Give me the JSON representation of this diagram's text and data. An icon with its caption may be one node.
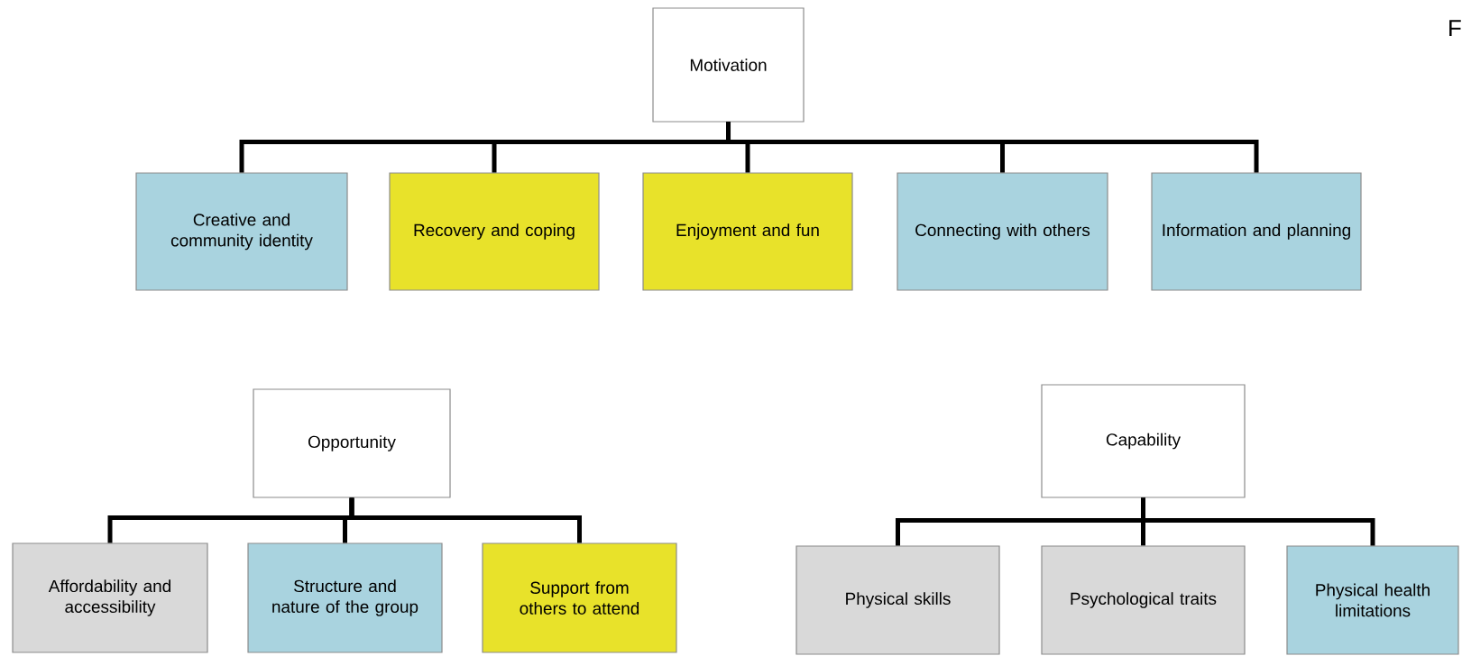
{
  "diagram": {
    "nodes": [
      {
        "text": [
          "Motivation"
        ]
      },
      {
        "text": [
          "Creative and community identity"
        ]
      },
      {
        "text": [
          "Recovery and coping"
        ]
      },
      {
        "text": [
          "Enjoyment and fun"
        ]
      },
      {
        "text": [
          "Connecting with others"
        ]
      },
      {
        "text": [
          "Information and planning"
        ]
      },
      {
        "text": [
          "Opportunity"
        ]
      },
      {
        "text": [
          "Affordability and accessibility"
        ]
      },
      {
        "text": [
          "Structure and nature of the group"
        ]
      },
      {
        "text": [
          "Support from others to attend"
        ]
      },
      {
        "text": [
          "Capability"
        ]
      },
      {
        "text": [
          "Physical skills"
        ]
      },
      {
        "text": [
          "Psychological traits"
        ]
      },
      {
        "text": [
          "Physical health limitations"
        ]
      }
    ],
    "edges": [
      {
        "from": 0,
        "to": 1,
        "arrow": "none"
      },
      {
        "from": 0,
        "to": 2,
        "arrow": "none"
      },
      {
        "from": 0,
        "to": 3,
        "arrow": "none"
      },
      {
        "from": 0,
        "to": 4,
        "arrow": "none"
      },
      {
        "from": 0,
        "to": 5,
        "arrow": "none"
      },
      {
        "from": 6,
        "to": 7,
        "arrow": "none"
      },
      {
        "from": 6,
        "to": 8,
        "arrow": "none"
      },
      {
        "from": 6,
        "to": 9,
        "arrow": "none"
      },
      {
        "from": 10,
        "to": 11,
        "arrow": "none"
      },
      {
        "from": 10,
        "to": 12,
        "arrow": "none"
      },
      {
        "from": 10,
        "to": 13,
        "arrow": "none"
      }
    ],
    "labels": [
      "F"
    ]
  }
}
